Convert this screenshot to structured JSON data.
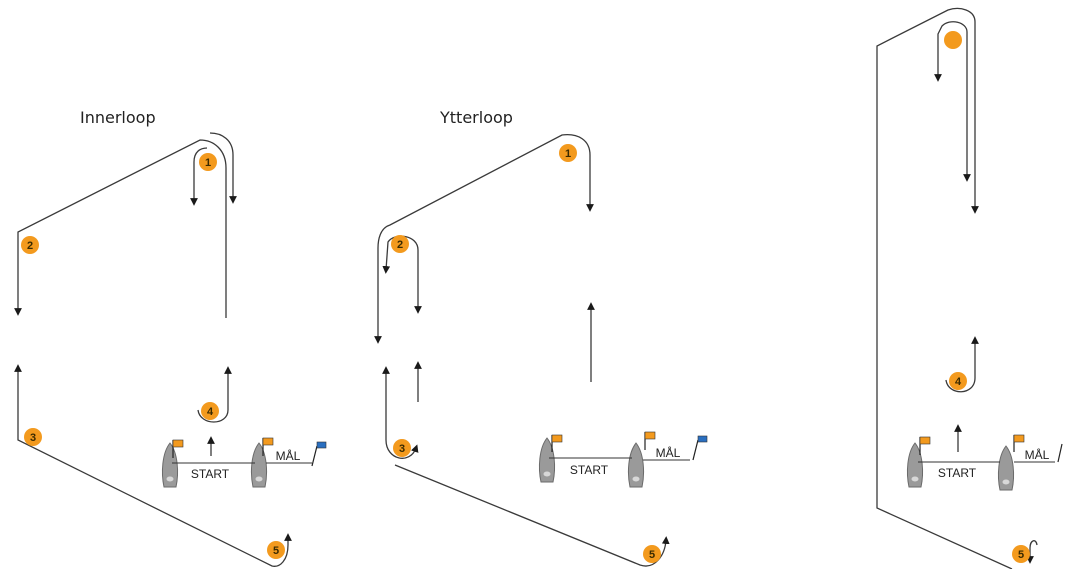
{
  "diagrams": [
    {
      "title": "Innerloop",
      "marks": [
        "1",
        "2",
        "3",
        "4",
        "5"
      ],
      "start_label": "START",
      "finish_label": "MÅL"
    },
    {
      "title": "Ytterloop",
      "marks": [
        "1",
        "2",
        "3",
        "5"
      ],
      "start_label": "START",
      "finish_label": "MÅL"
    },
    {
      "title": "",
      "marks": [
        "4",
        "5"
      ],
      "start_label": "START",
      "finish_label": "MÅL"
    }
  ],
  "colors": {
    "mark": "#f39a1e",
    "start_flag": "#f39a1e",
    "finish_flag": "#2a6fc0",
    "line": "#3a3a3a"
  }
}
